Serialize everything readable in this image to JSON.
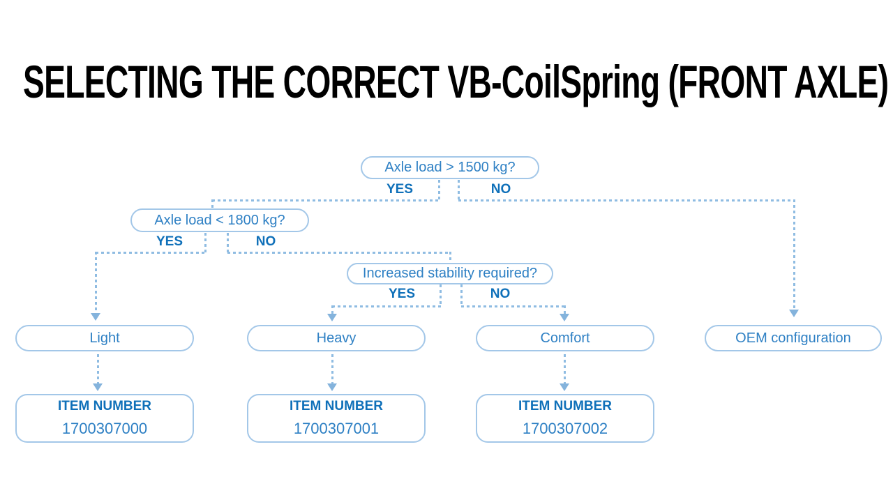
{
  "page": {
    "title": "SELECTING THE CORRECT VB-CoilSpring (FRONT AXLE)"
  },
  "colors": {
    "background": "#ffffff",
    "title_text": "#000000",
    "box_border": "#a3c7e8",
    "box_text": "#2e80c4",
    "yes_no_text": "#0f70b9",
    "dashed_line": "#8fbce2",
    "arrowhead": "#84b3dc"
  },
  "flowchart": {
    "decisions": [
      {
        "question": "Axle load > 1500 kg?",
        "yes_label": "YES",
        "no_label": "NO"
      },
      {
        "question": "Axle load < 1800 kg?",
        "yes_label": "YES",
        "no_label": "NO"
      },
      {
        "question": "Increased stability required?",
        "yes_label": "YES",
        "no_label": "NO"
      }
    ],
    "outcomes": [
      {
        "label": "Light"
      },
      {
        "label": "Heavy"
      },
      {
        "label": "Comfort"
      },
      {
        "label": "OEM configuration"
      }
    ],
    "items": [
      {
        "heading": "ITEM NUMBER",
        "number": "1700307000"
      },
      {
        "heading": "ITEM NUMBER",
        "number": "1700307001"
      },
      {
        "heading": "ITEM NUMBER",
        "number": "1700307002"
      }
    ]
  }
}
